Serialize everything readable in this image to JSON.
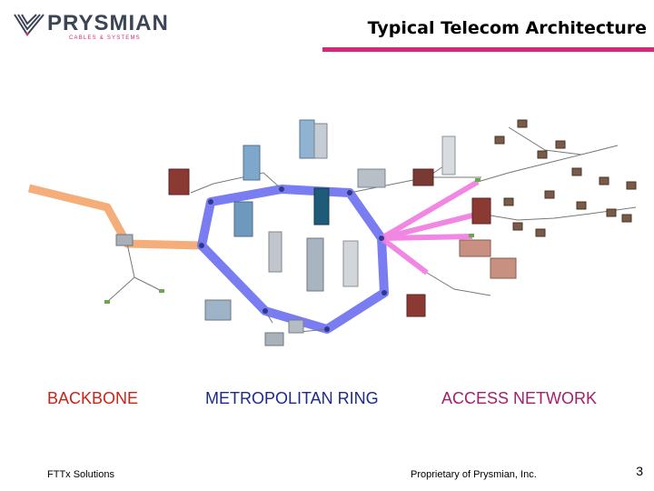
{
  "header": {
    "logo_text": "PRYSMIAN",
    "logo_subtext": "CABLES & SYSTEMS",
    "title": "Typical Telecom Architecture"
  },
  "diagram": {
    "labels": {
      "backbone": "BACKBONE",
      "metro": "METROPOLITAN RING",
      "access": "ACCESS NETWORK"
    }
  },
  "footer": {
    "left": "FTTx Solutions",
    "center": "Proprietary of Prysmian, Inc.",
    "page_number": "3"
  },
  "colors": {
    "brand_magenta": "#d6287a",
    "backbone_orange": "#f4a46a",
    "metro_blue": "#6a6ff0",
    "access_pink": "#f07ae0"
  }
}
